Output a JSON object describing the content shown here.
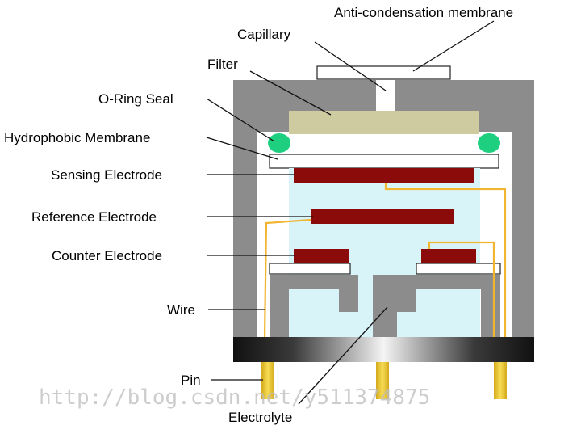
{
  "labels": {
    "anti_condensation_membrane": "Anti-condensation membrane",
    "capillary": "Capillary",
    "filter": "Filter",
    "o_ring_seal": "O-Ring Seal",
    "hydrophobic_membrane": "Hydrophobic Membrane",
    "sensing_electrode": "Sensing Electrode",
    "reference_electrode": "Reference Electrode",
    "counter_electrode": "Counter Electrode",
    "wire": "Wire",
    "pin": "Pin",
    "electrolyte": "Electrolyte"
  },
  "watermark": "http://blog.csdn.net/y511374875",
  "colors": {
    "housing": "#8c8c8c",
    "filter": "#cfcba0",
    "o_ring": "#1fcf80",
    "electrode": "#8b0a0a",
    "electrolyte": "#d8f4f8",
    "wire": "#f2b531",
    "pin": "#e8c531"
  }
}
